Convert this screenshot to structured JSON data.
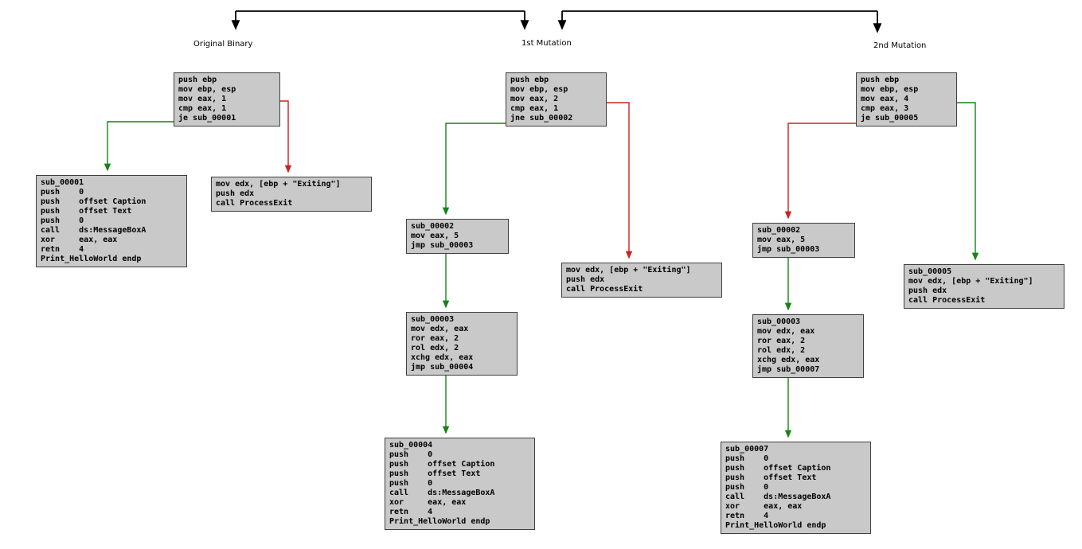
{
  "labels": {
    "original": "Original Binary",
    "first_mutation": "1st Mutation",
    "second_mutation": "2nd Mutation"
  },
  "colors": {
    "box_fill": "#c9c9c9",
    "box_border": "#3f3f3f",
    "arrow_green": "#178217",
    "arrow_red": "#cc2020",
    "arrow_black": "#000000"
  },
  "boxes": [
    {
      "id": "orig-entry",
      "lines": [
        "push ebp",
        "mov ebp, esp",
        "mov eax, 1",
        "cmp eax, 1",
        "je sub_00001"
      ]
    },
    {
      "id": "orig-sub00001",
      "lines": [
        "sub_00001",
        "push    0",
        "push    offset Caption",
        "push    offset Text",
        "push    0",
        "call    ds:MessageBoxA",
        "xor     eax, eax",
        "retn    4",
        "Print_HelloWorld endp"
      ]
    },
    {
      "id": "orig-exit",
      "lines": [
        "mov edx, [ebp + \"Exiting\"]",
        "push edx",
        "call ProcessExit"
      ]
    },
    {
      "id": "mut1-entry",
      "lines": [
        "push ebp",
        "mov ebp, esp",
        "mov eax, 2",
        "cmp eax, 1",
        "jne sub_00002"
      ]
    },
    {
      "id": "mut1-sub00002",
      "lines": [
        "sub_00002",
        "mov eax, 5",
        "jmp sub_00003"
      ]
    },
    {
      "id": "mut1-exit",
      "lines": [
        "mov edx, [ebp + \"Exiting\"]",
        "push edx",
        "call ProcessExit"
      ]
    },
    {
      "id": "mut1-sub00003",
      "lines": [
        "sub_00003",
        "mov edx, eax",
        "ror eax, 2",
        "rol edx, 2",
        "xchg edx, eax",
        "jmp sub_00004"
      ]
    },
    {
      "id": "mut1-sub00004",
      "lines": [
        "sub_00004",
        "push    0",
        "push    offset Caption",
        "push    offset Text",
        "push    0",
        "call    ds:MessageBoxA",
        "xor     eax, eax",
        "retn    4",
        "Print_HelloWorld endp"
      ]
    },
    {
      "id": "mut2-entry",
      "lines": [
        "push ebp",
        "mov ebp, esp",
        "mov eax, 4",
        "cmp eax, 3",
        "je sub_00005"
      ]
    },
    {
      "id": "mut2-sub00002",
      "lines": [
        "sub_00002",
        "mov eax, 5",
        "jmp sub_00003"
      ]
    },
    {
      "id": "mut2-sub00005-exit",
      "lines": [
        "sub_00005",
        "mov edx, [ebp + \"Exiting\"]",
        "push edx",
        "call ProcessExit"
      ]
    },
    {
      "id": "mut2-sub00003",
      "lines": [
        "sub_00003",
        "mov edx, eax",
        "ror eax, 2",
        "rol edx, 2",
        "xchg edx, eax",
        "jmp sub_00007"
      ]
    },
    {
      "id": "mut2-sub00007",
      "lines": [
        "sub_00007",
        "push    0",
        "push    offset Caption",
        "push    offset Text",
        "push    0",
        "call    ds:MessageBoxA",
        "xor     eax, eax",
        "retn    4",
        "Print_HelloWorld endp"
      ]
    }
  ]
}
